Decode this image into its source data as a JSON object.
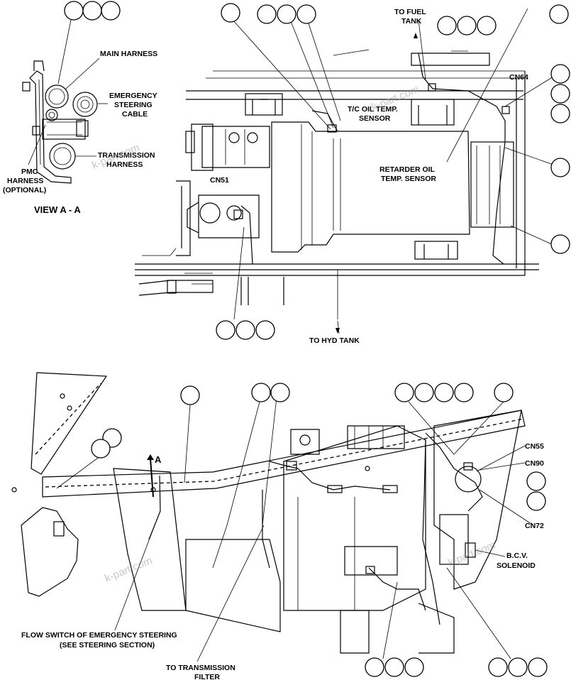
{
  "labels": {
    "main_harness": "MAIN HARNESS",
    "emergency_steering_cable": [
      "EMERGENCY",
      "STEERING",
      "CABLE"
    ],
    "transmission_harness": [
      "TRANSMISSION",
      "HARNESS"
    ],
    "pmc_harness": [
      "PMC",
      "HARNESS",
      "(OPTIONAL)"
    ],
    "view_aa": "VIEW A - A",
    "to_fuel_tank": [
      "TO FUEL",
      "TANK"
    ],
    "cn64": "CN64",
    "tc_oil_temp_sensor": [
      "T/C OIL TEMP.",
      "SENSOR"
    ],
    "retarder_oil_temp_sensor": [
      "RETARDER OIL",
      "TEMP. SENSOR"
    ],
    "cn51": "CN51",
    "to_hyd_tank": "TO HYD TANK",
    "section_a": "A",
    "cn55": "CN55",
    "cn90": "CN90",
    "cn72": "CN72",
    "bcv_solenoid": [
      "B.C.V.",
      "SOLENOID"
    ],
    "flow_switch": [
      "FLOW SWITCH OF EMERGENCY STEERING",
      "(SEE STEERING SECTION)"
    ],
    "to_transmission_filter": [
      "TO TRANSMISSION",
      "FILTER"
    ]
  },
  "watermark": "k-part.com",
  "icons": {
    "callout": "callout-bubble-icon",
    "connector": "connector-icon",
    "bolt": "bolt-icon"
  }
}
